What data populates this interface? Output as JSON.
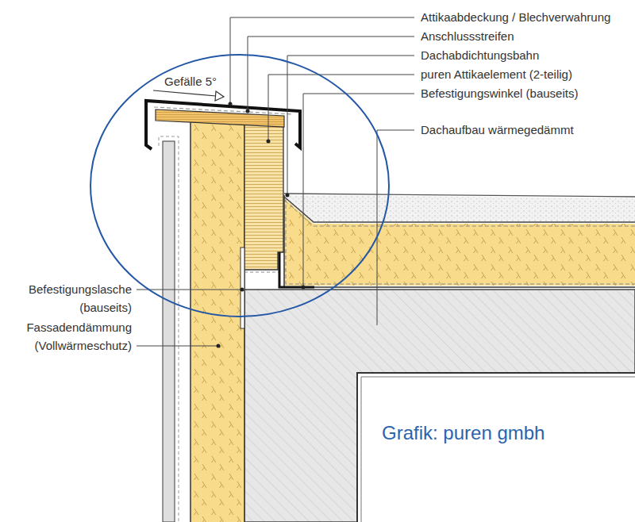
{
  "diagram": {
    "labels": [
      "Attikaabdeckung / Blechverwahrung",
      "Anschlussstreifen",
      "Dachabdichtungsbahn",
      "puren Attikaelement (2-teilig)",
      "Befestigungswinkel (bauseits)",
      "Dachaufbau wärmegedämmt",
      "Befestigungslasche (bauseits)",
      "Fassadendämmung (Vollwärmeschutz)",
      "Gefälle 5°",
      "Grafik: puren gmbh"
    ]
  }
}
